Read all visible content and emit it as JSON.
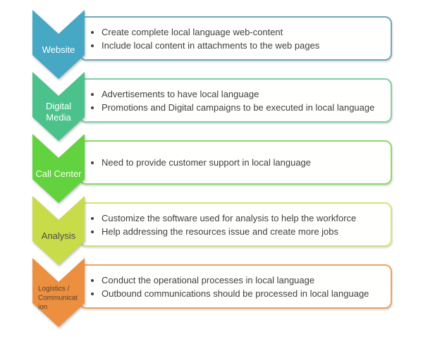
{
  "diagram": {
    "bullet_text_color": "#3F3F3F",
    "steps": [
      {
        "label": "Website",
        "chevron_color": "#46A8C4",
        "box_border_color": "#6FA9B8",
        "label_color": "#FFFFFF",
        "bullets": [
          "Create complete local language web-content",
          "Include local content in attachments to the web pages"
        ]
      },
      {
        "label": "Digital Media",
        "chevron_color": "#4BC28C",
        "box_border_color": "#82CFA6",
        "label_color": "#FFFFFF",
        "bullets": [
          "Advertisements to have local language",
          "Promotions and Digital campaigns to be executed in local language"
        ]
      },
      {
        "label": "Call Center",
        "chevron_color": "#62D23F",
        "box_border_color": "#8BDB66",
        "label_color": "#F4FFEF",
        "bullets": [
          "Need to provide customer support in local language"
        ]
      },
      {
        "label": "Analysis",
        "chevron_color": "#C8DB49",
        "box_border_color": "#D8E276",
        "label_color": "#4E4E42",
        "bullets": [
          "Customize the software used for analysis to help the workforce",
          "Help addressing the resources issue and create more jobs"
        ]
      },
      {
        "label": "Logistics / Communication",
        "chevron_color": "#EC9040",
        "box_border_color": "#EFA35F",
        "label_color": "#5B4030",
        "bullets": [
          "Conduct the operational processes in local language",
          "Outbound communications should be processed in local language"
        ]
      }
    ]
  }
}
